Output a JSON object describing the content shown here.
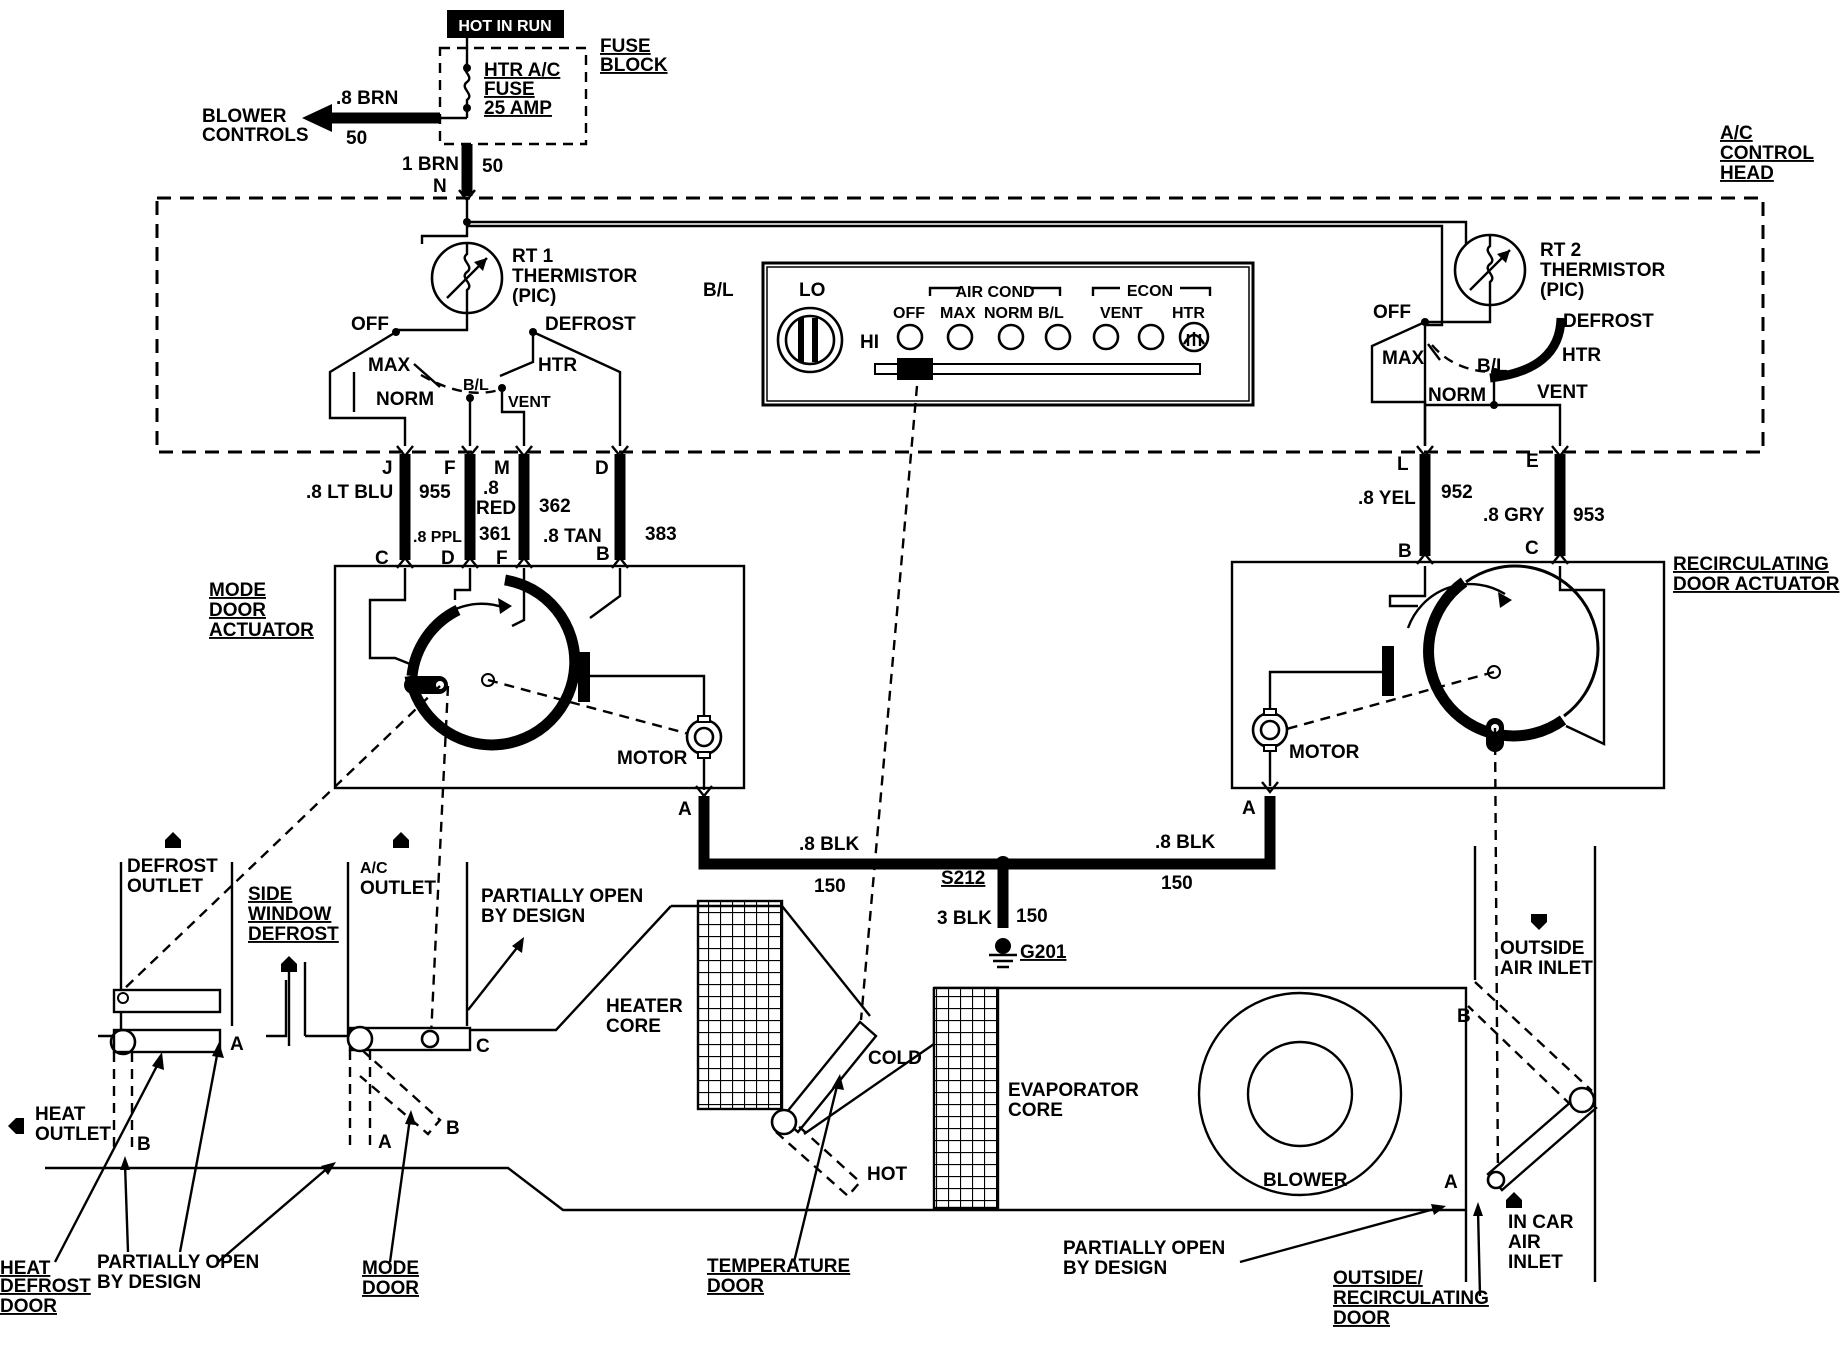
{
  "power": {
    "hot_in_run": "HOT IN RUN",
    "fuse_block": [
      "FUSE",
      "BLOCK"
    ],
    "fuse": [
      "HTR A/C",
      "FUSE",
      "25 AMP"
    ],
    "blower_controls": [
      "BLOWER",
      "CONTROLS"
    ],
    "blower_wire": ".8 BRN",
    "blower_circuit": "50",
    "feed_wire": "1 BRN",
    "feed_circuit": "50",
    "feed_pin": "N"
  },
  "control_head": {
    "title": [
      "A/C",
      "CONTROL",
      "HEAD"
    ],
    "rt1": [
      "RT 1",
      "THERMISTOR",
      "(PIC)"
    ],
    "rt2": [
      "RT 2",
      "THERMISTOR",
      "(PIC)"
    ],
    "bl_label": "B/L",
    "mode_switch": {
      "off": "OFF",
      "defrost": "DEFROST",
      "max": "MAX",
      "htr": "HTR",
      "norm": "NORM",
      "bl": "B/L",
      "vent": "VENT"
    },
    "recirc_switch": {
      "off": "OFF",
      "defrost": "DEFROST",
      "max": "MAX",
      "htr": "HTR",
      "bl": "B/L",
      "norm": "NORM",
      "vent": "VENT"
    }
  },
  "panel": {
    "lo": "LO",
    "hi": "HI",
    "air_cond": "AIR COND",
    "econ": "ECON",
    "buttons": [
      "OFF",
      "MAX",
      "NORM",
      "B/L",
      "VENT",
      "HTR"
    ]
  },
  "mode_wires": [
    {
      "pin_top": "J",
      "pin_bottom": "C",
      "wire": ".8 LT BLU",
      "circuit": "955"
    },
    {
      "pin_top": "F",
      "pin_bottom": "D",
      "wire": ".8 PPL",
      "circuit": "361"
    },
    {
      "pin_top": "M",
      "pin_bottom": "F",
      "wire": ".8",
      "wire2": "RED",
      "circuit": "362"
    },
    {
      "pin_top": "D",
      "pin_bottom": "B",
      "wire": ".8 TAN",
      "circuit": "383"
    }
  ],
  "recirc_wires": [
    {
      "pin_top": "L",
      "pin_bottom": "B",
      "wire": ".8 YEL",
      "circuit": "952"
    },
    {
      "pin_top": "E",
      "pin_bottom": "C",
      "wire": ".8 GRY",
      "circuit": "953"
    }
  ],
  "actuators": {
    "mode": [
      "MODE",
      "DOOR",
      "ACTUATOR"
    ],
    "recirc": [
      "RECIRCULATING",
      "DOOR ACTUATOR"
    ],
    "motor": "MOTOR",
    "pin_a": "A"
  },
  "ground": {
    "left_wire": ".8 BLK",
    "left_circuit": "150",
    "right_wire": ".8 BLK",
    "right_circuit": "150",
    "splice": "S212",
    "drop_wire": "3 BLK",
    "drop_circuit": "150",
    "ground_point": "G201"
  },
  "ducts": {
    "defrost_outlet": [
      "DEFROST",
      "OUTLET"
    ],
    "side_window_defrost": [
      "SIDE",
      "WINDOW",
      "DEFROST"
    ],
    "ac_outlet": [
      "A/C",
      "OUTLET"
    ],
    "partially_open_top": [
      "PARTIALLY OPEN",
      "BY DESIGN"
    ],
    "heat_outlet": [
      "HEAT",
      "OUTLET"
    ],
    "heater_core": [
      "HEATER",
      "CORE"
    ],
    "cold": "COLD",
    "hot": "HOT",
    "evaporator_core": [
      "EVAPORATOR",
      "CORE"
    ],
    "blower": "BLOWER",
    "outside_air_inlet": [
      "OUTSIDE",
      "AIR INLET"
    ],
    "in_car_air_inlet": [
      "IN CAR",
      "AIR",
      "INLET"
    ],
    "heat_defrost_door": [
      "HEAT",
      "DEFROST",
      "DOOR"
    ],
    "partially_open_bottom_left": [
      "PARTIALLY OPEN",
      "BY DESIGN"
    ],
    "mode_door": [
      "MODE",
      "DOOR"
    ],
    "temperature_door": [
      "TEMPERATURE",
      "DOOR"
    ],
    "partially_open_bottom_right": [
      "PARTIALLY OPEN",
      "BY DESIGN"
    ],
    "outside_recirc_door": [
      "OUTSIDE/",
      "RECIRCULATING",
      "DOOR"
    ],
    "pos_a": "A",
    "pos_b": "B",
    "pos_c": "C"
  }
}
